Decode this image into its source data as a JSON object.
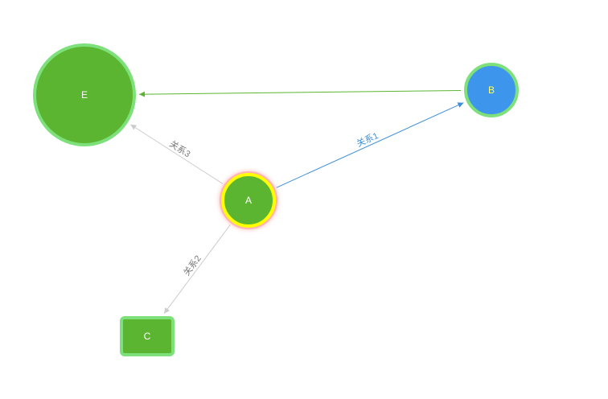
{
  "graph": {
    "nodes": [
      {
        "id": "E",
        "label": "E",
        "shape": "circle",
        "fill": "#5cb531",
        "stroke": "#7ee07a",
        "label_color": "#ffffff"
      },
      {
        "id": "B",
        "label": "B",
        "shape": "circle",
        "fill": "#3d95ec",
        "stroke": "#7ee07a",
        "label_color": "#ffff5e"
      },
      {
        "id": "A",
        "label": "A",
        "shape": "circle",
        "fill": "#5cb531",
        "stroke": "#ffff00",
        "label_color": "#ffffff",
        "selected": true
      },
      {
        "id": "C",
        "label": "C",
        "shape": "rect",
        "fill": "#5cb531",
        "stroke": "#7ee07a",
        "label_color": "#ffffff"
      }
    ],
    "edges": [
      {
        "id": "e-a-b",
        "from": "A",
        "to": "B",
        "label": "关系1",
        "color": "#3d8fd8",
        "label_color": "#3d8fd8"
      },
      {
        "id": "e-a-c",
        "from": "A",
        "to": "C",
        "label": "关系2",
        "color": "#cccccc",
        "label_color": "#777777"
      },
      {
        "id": "e-a-e",
        "from": "A",
        "to": "E",
        "label": "关系3",
        "color": "#cccccc",
        "label_color": "#777777"
      },
      {
        "id": "e-b-e",
        "from": "B",
        "to": "E",
        "label": "",
        "color": "#5cb531",
        "label_color": "#5cb531"
      }
    ]
  }
}
